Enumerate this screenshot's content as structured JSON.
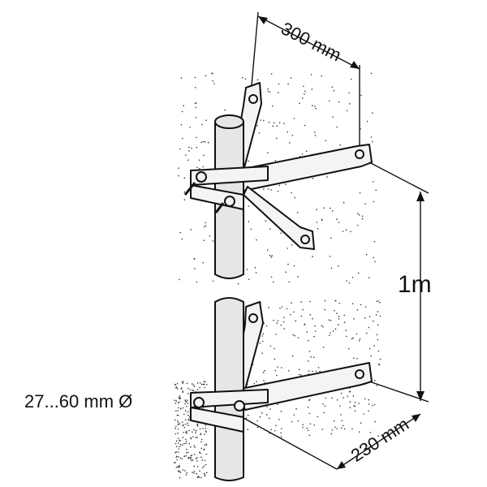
{
  "diagram": {
    "labels": {
      "width_top": "300 mm",
      "spacing": "1m",
      "pipe_diameter": "27...60 mm Ø",
      "width_bottom": "230 mm"
    }
  }
}
